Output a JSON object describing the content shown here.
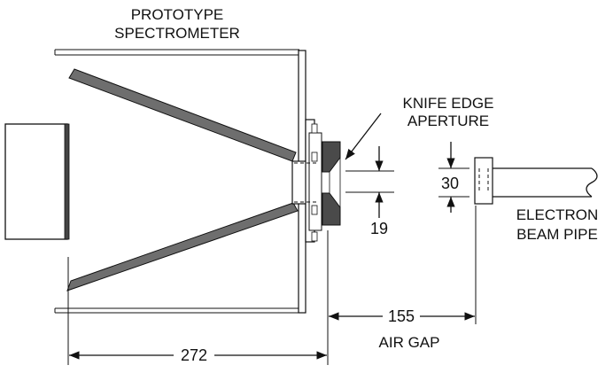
{
  "labels": {
    "title_line1": "PROTOTYPE",
    "title_line2": "SPECTROMETER",
    "aperture_line1": "KNIFE EDGE",
    "aperture_line2": "APERTURE",
    "pipe_line1": "ELECTRON",
    "pipe_line2": "BEAM PIPE",
    "air_gap": "AIR GAP"
  },
  "dimensions": {
    "aperture_gap": "19",
    "pipe_diameter": "30",
    "air_gap_length": "155",
    "spectrometer_length": "272"
  },
  "colors": {
    "line": "#111111",
    "magnet_fill": "#6e6e6e",
    "aperture_fill": "#4a4a4a",
    "block_fill": "#ffffff"
  }
}
